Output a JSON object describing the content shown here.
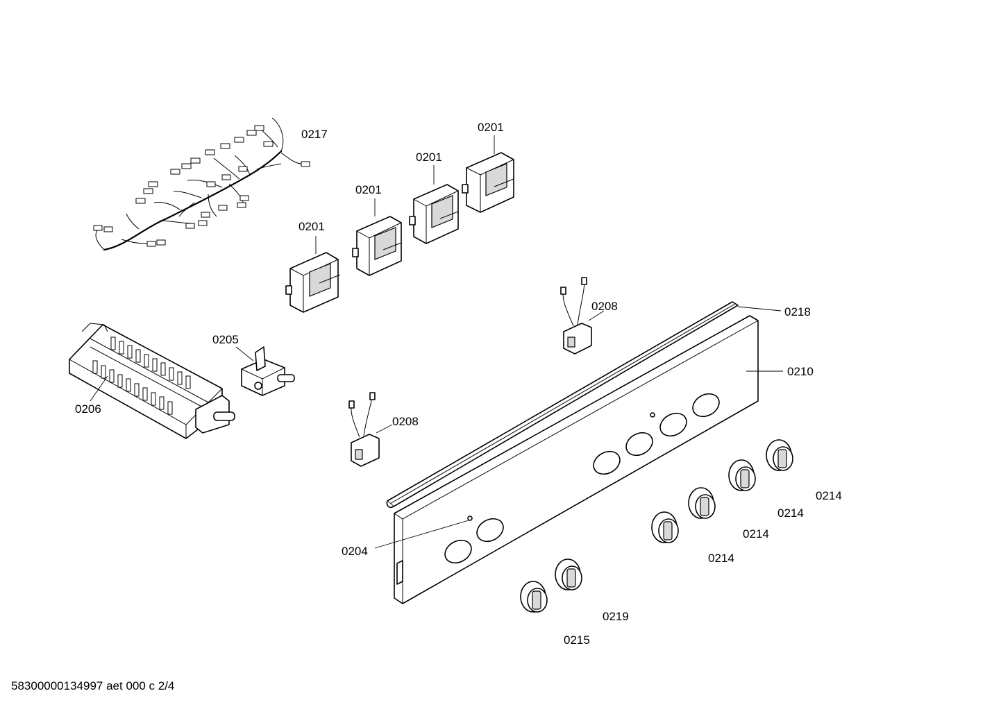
{
  "labels": {
    "harness": "0217",
    "switch_1": "0201",
    "switch_2": "0201",
    "switch_3": "0201",
    "switch_4": "0201",
    "regulator": "0205",
    "selector_switch": "0206",
    "sensor_upper": "0208",
    "sensor_lower": "0208",
    "strip": "0218",
    "panel": "0210",
    "indicator": "0204",
    "knob_1": "0214",
    "knob_2": "0214",
    "knob_3": "0214",
    "knob_4": "0214",
    "knob_small_1": "0219",
    "knob_small_2": "0215"
  },
  "footer": "58300000134997 aet 000 c 2/4"
}
